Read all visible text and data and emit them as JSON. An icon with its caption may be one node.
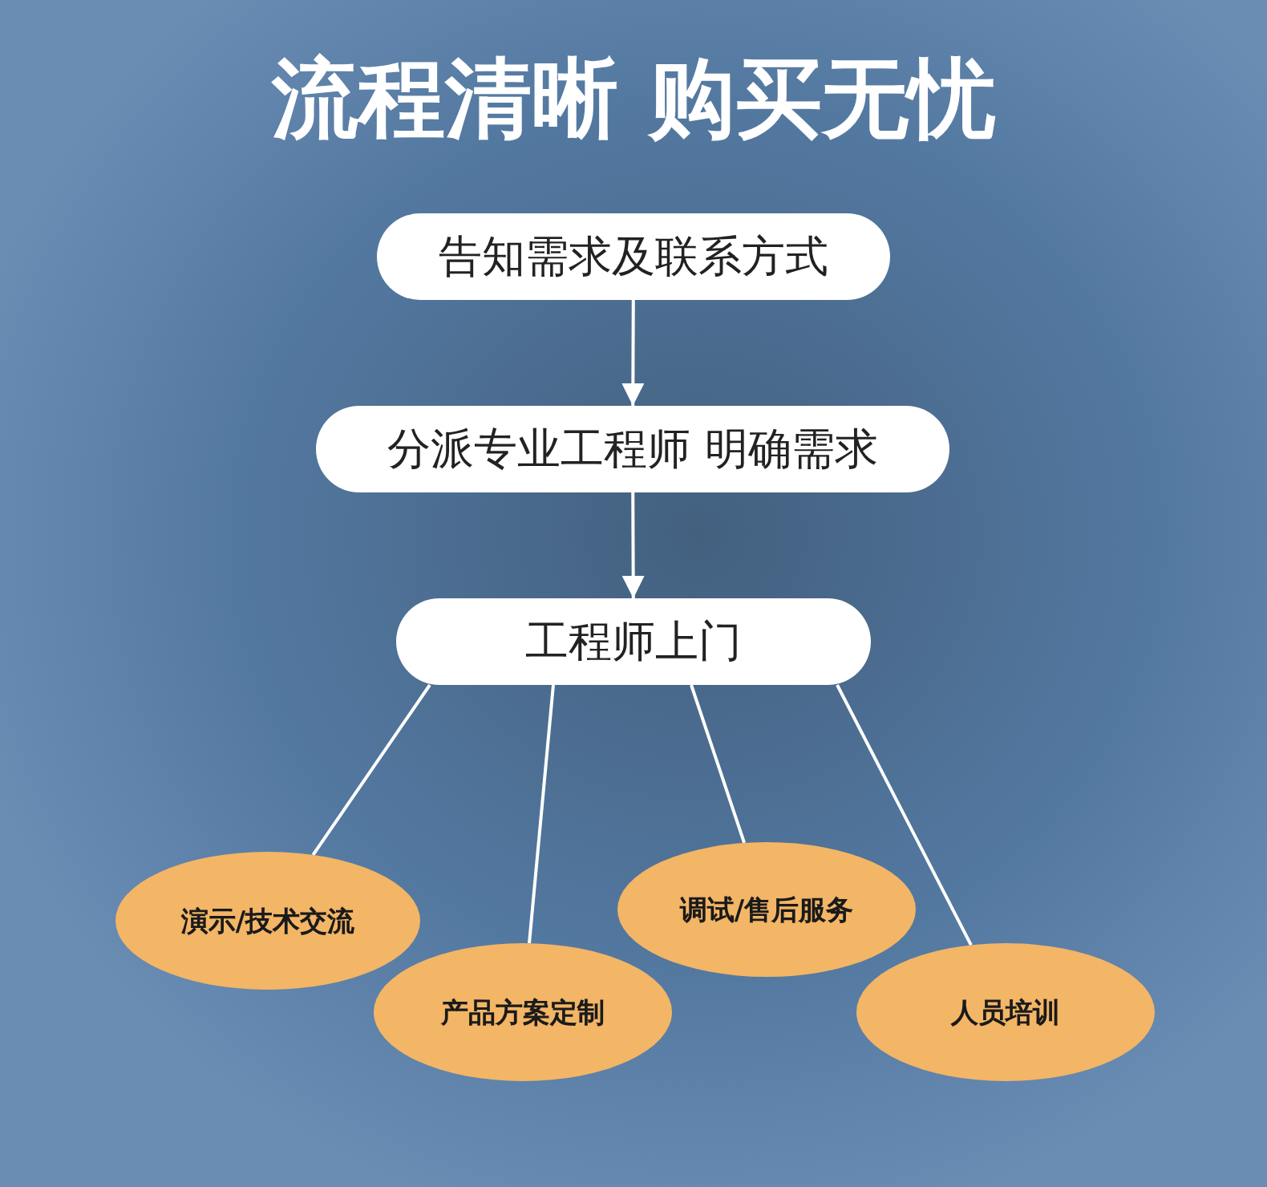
{
  "diagram": {
    "title": "流程清晰 购买无忧",
    "nodes": [
      {
        "text": [
          "告知需求及联系方式"
        ]
      },
      {
        "text": [
          "分派专业工程师 明确需求"
        ]
      },
      {
        "text": [
          "工程师上门"
        ]
      },
      {
        "text": [
          "演示/技术交流"
        ]
      },
      {
        "text": [
          "产品方案定制"
        ]
      },
      {
        "text": [
          "调试/售后服务"
        ]
      },
      {
        "text": [
          "人员培训"
        ]
      }
    ],
    "edges": [
      {
        "from": 0,
        "to": 1,
        "arrow": "to"
      },
      {
        "from": 1,
        "to": 2,
        "arrow": "to"
      },
      {
        "from": 2,
        "to": 3,
        "arrow": "none"
      },
      {
        "from": 2,
        "to": 4,
        "arrow": "none"
      },
      {
        "from": 2,
        "to": 5,
        "arrow": "none"
      },
      {
        "from": 2,
        "to": 6,
        "arrow": "none"
      }
    ]
  }
}
